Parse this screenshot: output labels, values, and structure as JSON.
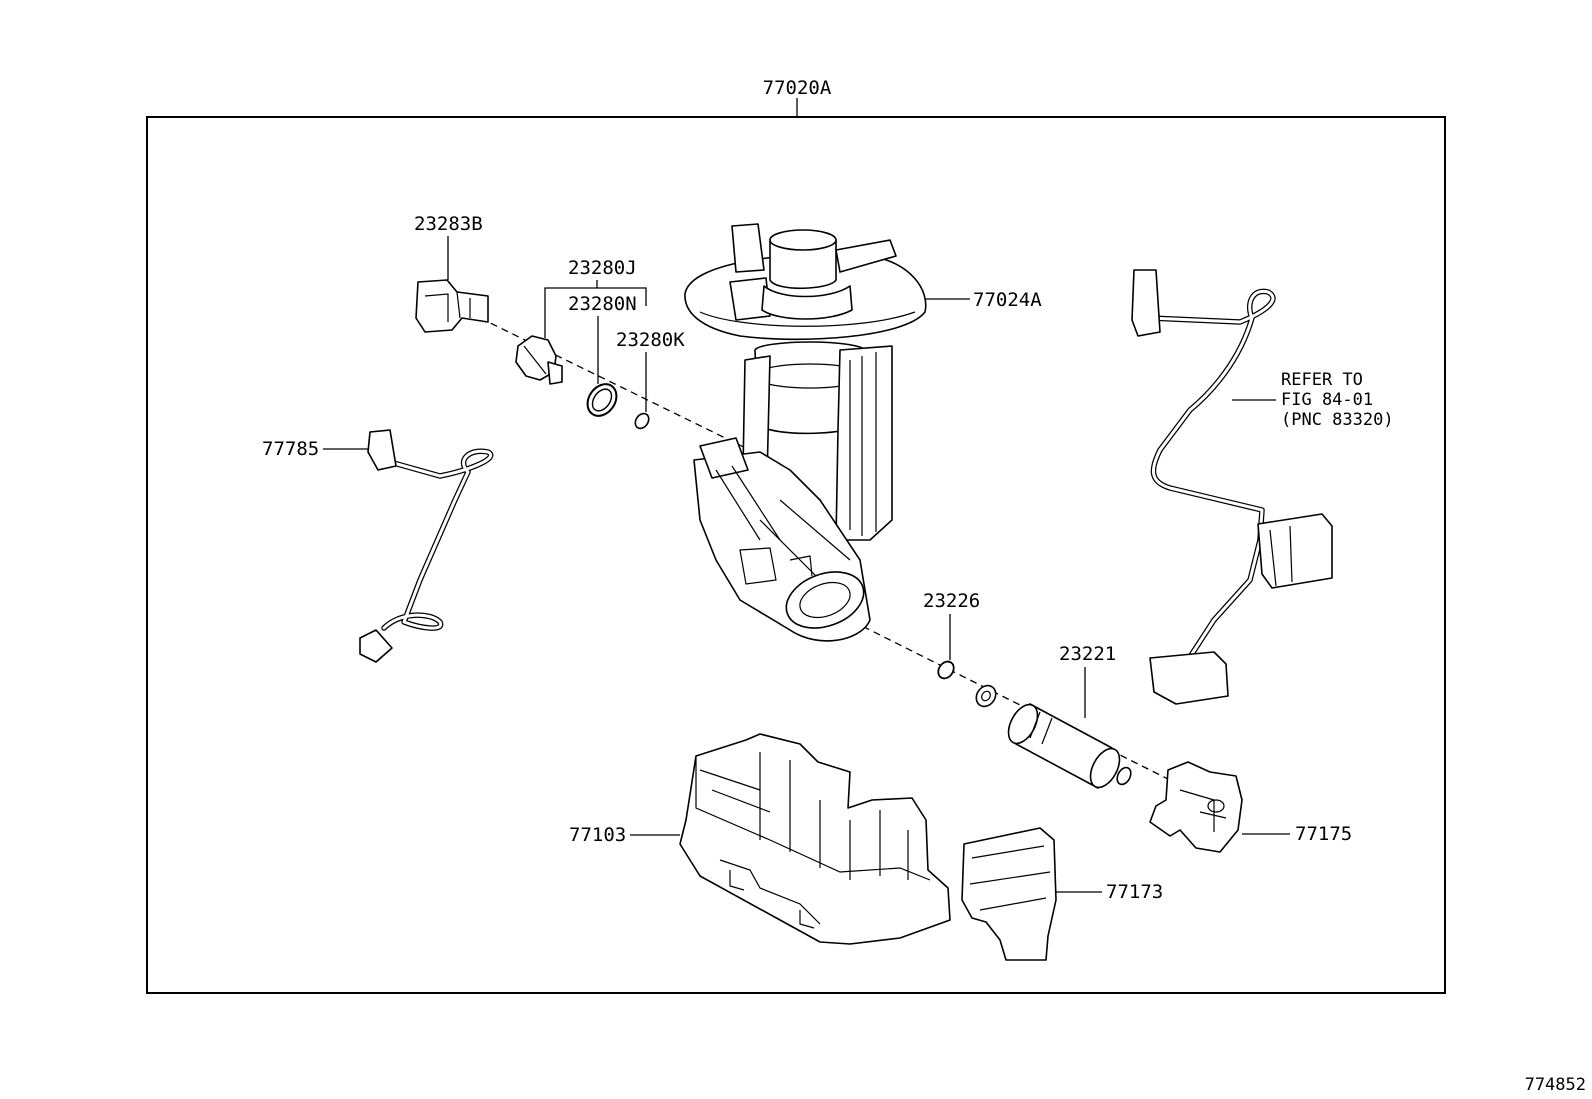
{
  "diagram": {
    "assembly_label": "77020A",
    "figure_number": "774852",
    "parts": {
      "p_23283B": "23283B",
      "p_23280J": "23280J",
      "p_23280N": "23280N",
      "p_23280K": "23280K",
      "p_77024A": "77024A",
      "p_77785": "77785",
      "p_23226": "23226",
      "p_23221": "23221",
      "p_77103": "77103",
      "p_77173": "77173",
      "p_77175": "77175"
    },
    "reference_note": {
      "line1": "REFER TO",
      "line2": "FIG 84-01",
      "line3": "(PNC 83320)"
    }
  }
}
